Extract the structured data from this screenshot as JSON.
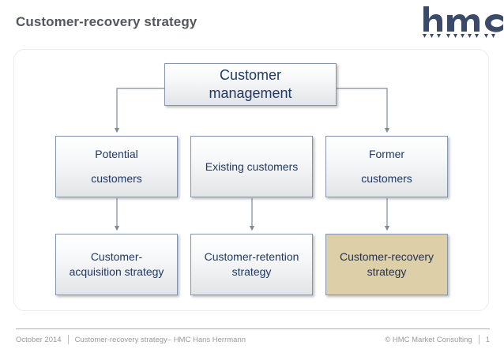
{
  "header": {
    "title": "Customer-recovery strategy",
    "logo_text": "hmc",
    "logo_name": "hmc-logo"
  },
  "diagram": {
    "type": "hierarchy",
    "root": {
      "id": "customer-management",
      "label": "Customer\nmanagement",
      "line1": "Customer",
      "line2": "management",
      "highlighted": false
    },
    "tier2": [
      {
        "id": "potential-customers",
        "line1": "Potential",
        "line2": "customers",
        "highlighted": false
      },
      {
        "id": "existing-customers",
        "line1": "Existing customers",
        "line2": "",
        "highlighted": false
      },
      {
        "id": "former-customers",
        "line1": "Former",
        "line2": "customers",
        "highlighted": false
      }
    ],
    "tier3": [
      {
        "id": "customer-acquisition-strategy",
        "line1": "Customer-",
        "line2": "acquisition strategy",
        "highlighted": false
      },
      {
        "id": "customer-retention-strategy",
        "line1": "Customer-retention",
        "line2": "strategy",
        "highlighted": false
      },
      {
        "id": "customer-recovery-strategy",
        "line1": "Customer-recovery",
        "line2": "strategy",
        "highlighted": true
      }
    ],
    "colors": {
      "box_border": "#8496ad",
      "box_text": "#1f3864",
      "box_fill_top": "#ffffff",
      "box_fill_bottom": "#e3e4e6",
      "highlight_fill": "#ddcfa8",
      "connector": "#7f8a99",
      "title_text": "#54585c",
      "footer_text": "#9a9a9a",
      "panel_border": "#ececec"
    }
  },
  "footer": {
    "date": "October 2014",
    "subject": "Customer-recovery strategy– HMC Hans Herrmann",
    "copyright": "© HMC Market Consulting",
    "page_number": "1"
  }
}
